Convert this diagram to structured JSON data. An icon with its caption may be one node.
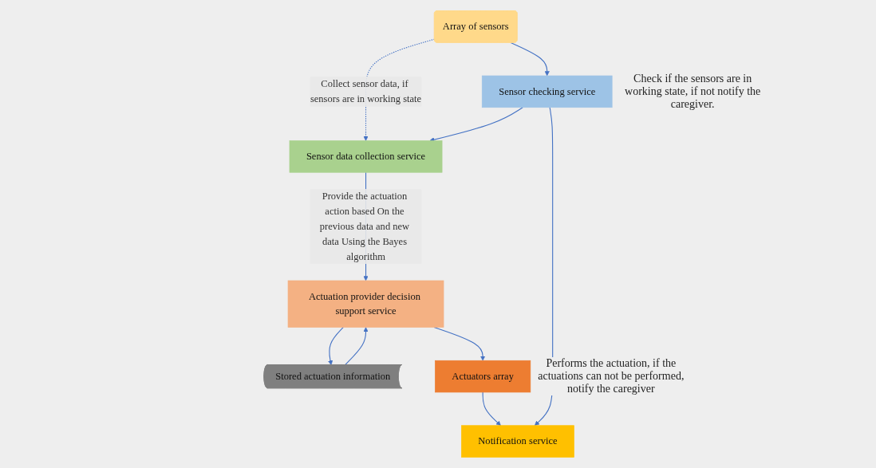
{
  "diagram": {
    "nodes": [
      {
        "text": [
          "Array of sensors"
        ]
      },
      {
        "text": [
          "Sensor checking service"
        ],
        "beside": [
          "Check if the sensors are in working state, if not notify the caregiver."
        ]
      },
      {
        "text": [
          "Sensor data collection service"
        ]
      },
      {
        "text": [
          "Stored actuation information"
        ]
      },
      {
        "text": [
          "Actuation provider decision support service"
        ]
      },
      {
        "text": [
          "Notification service"
        ]
      },
      {
        "text": [
          "Actuators array"
        ],
        "beside": [
          "Performs the actuation, if the actuations can not be performed, notify the caregiver"
        ]
      }
    ],
    "edges": [
      {
        "from": 0,
        "to": 1,
        "arrow": "to"
      },
      {
        "from": 0,
        "to": 2,
        "arrow": "to",
        "style": "dashed",
        "label": "Collect sensor data, if sensors are in working state"
      },
      {
        "from": 1,
        "to": 2,
        "arrow": "to"
      },
      {
        "from": 2,
        "to": 4,
        "arrow": "to",
        "label": "Provide the actuation action based On the previous data and new data Using the Bayes algorithm"
      },
      {
        "from": 3,
        "to": 4,
        "arrow": "to"
      },
      {
        "from": 4,
        "to": 3,
        "arrow": "to"
      },
      {
        "from": 4,
        "to": 6,
        "arrow": "to"
      },
      {
        "from": 6,
        "to": 5,
        "arrow": "to"
      },
      {
        "from": 1,
        "to": 5,
        "arrow": "to"
      }
    ]
  }
}
